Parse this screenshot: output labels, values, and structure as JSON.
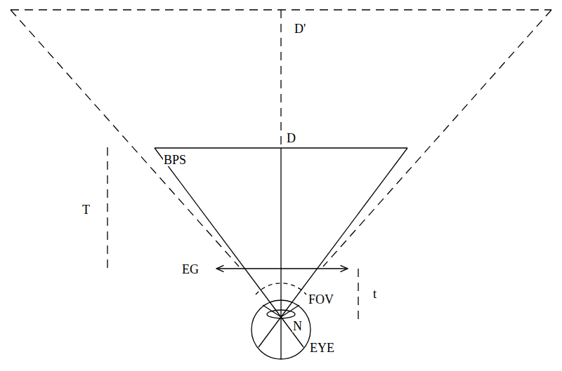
{
  "diagram": {
    "labels": [
      "D'",
      "D",
      "BPS",
      "T",
      "EG",
      "FOV",
      "t",
      "N",
      "EYE"
    ]
  }
}
